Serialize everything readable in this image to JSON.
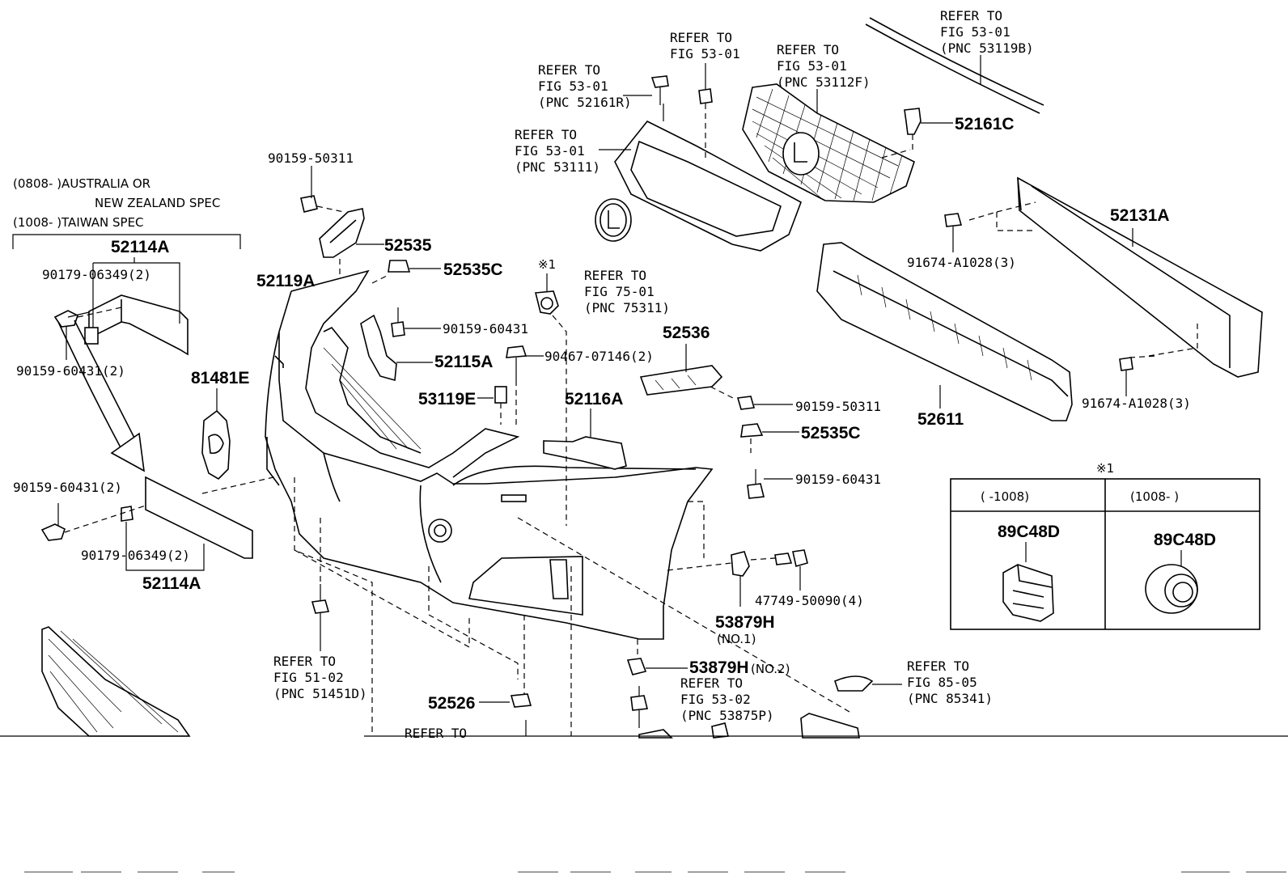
{
  "spec_note": {
    "line1": "(0808-      )AUSTRALIA OR",
    "line2": "NEW ZEALAND SPEC",
    "line3": "(1008-      )TAIWAN SPEC"
  },
  "labels": {
    "p52114A_top": "52114A",
    "p90179_top": "90179-06349(2)",
    "p90159_60431_2_top": "90159-60431(2)",
    "p90159_50311_top": "90159-50311",
    "p52535": "52535",
    "p52535C_top": "52535C",
    "p52119A": "52119A",
    "p90159_60431_mid": "90159-60431",
    "p52115A": "52115A",
    "p90467": "90467-07146(2)",
    "p53119E": "53119E",
    "p81481E": "81481E",
    "p52116A": "52116A",
    "p52536": "52536",
    "p90159_50311_right": "90159-50311",
    "p52535C_right": "52535C",
    "p90159_60431_right": "90159-60431",
    "p90159_60431_2_bottom": "90159-60431(2)",
    "p90179_bottom": "90179-06349(2)",
    "p52114A_bottom": "52114A",
    "p52161C": "52161C",
    "p52131A": "52131A",
    "p91674_top": "91674-A1028(3)",
    "p91674_bottom": "91674-A1028(3)",
    "p52611": "52611",
    "p47749": "47749-50090(4)",
    "p53879H_1": "53879H",
    "p53879H_1_note": "(NO.1)",
    "p53879H_2": "53879H",
    "p53879H_2_note": "(NO.2)",
    "p52526": "52526",
    "note_mark_top": "※1",
    "note_mark_table": "※1"
  },
  "refers": {
    "r52161R": [
      "REFER TO",
      "FIG 53-01",
      "(PNC 52161R)"
    ],
    "rFig5301_top": [
      "REFER TO",
      "FIG 53-01"
    ],
    "r53112F": [
      "REFER TO",
      "FIG 53-01",
      "(PNC 53112F)"
    ],
    "r53119B": [
      "REFER TO",
      "FIG 53-01",
      "(PNC 53119B)"
    ],
    "r53111": [
      "REFER TO",
      "FIG 53-01",
      "(PNC 53111)"
    ],
    "r75311": [
      "REFER TO",
      "FIG 75-01",
      "(PNC 75311)"
    ],
    "r51451D": [
      "REFER TO",
      "FIG 51-02",
      "(PNC 51451D)"
    ],
    "r53875P": [
      "REFER TO",
      "FIG 53-02",
      "(PNC 53875P)"
    ],
    "r85341": [
      "REFER TO",
      "FIG 85-05",
      "(PNC 85341)"
    ],
    "r_cut": "REFER TO"
  },
  "table": {
    "col1_header": "(      -1008)",
    "col2_header": "(1008-      )",
    "col1_part": "89C48D",
    "col2_part": "89C48D"
  }
}
